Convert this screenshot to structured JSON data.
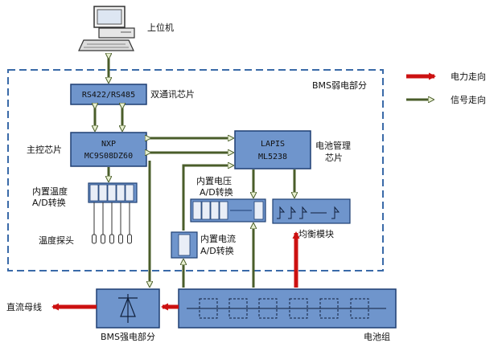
{
  "labels": {
    "host": "上位机",
    "bms_weak": "BMS弱电部分",
    "dual_comm": "双通讯芯片",
    "main_ctrl": "主控芯片",
    "battery_mgmt_line1": "电池管理",
    "battery_mgmt_line2": "芯片",
    "temp_ad_line1": "内置温度",
    "temp_ad_line2": "A/D转换",
    "voltage_ad_line1": "内置电压",
    "voltage_ad_line2": "A/D转换",
    "current_ad_line1": "内置电流",
    "current_ad_line2": "A/D转换",
    "temp_probe": "温度探头",
    "balance": "均衡模块",
    "dc_bus": "直流母线",
    "bms_strong": "BMS强电部分",
    "battery_pack": "电池组"
  },
  "chips": {
    "rs_line": "RS422/RS485",
    "nxp_line1": "NXP",
    "nxp_line2": "MC9S08DZ60",
    "lapis_line1": "LAPIS",
    "lapis_line2": "ML5238"
  },
  "legend": {
    "power": "电力走向",
    "signal": "信号走向"
  },
  "colors": {
    "box_fill": "#6f95cc",
    "box_stroke": "#1f3f73",
    "power_arrow": "#cc1111",
    "signal_fill": "#e8f0d0",
    "signal_stroke": "#4a5d2a",
    "dashed_border": "#3a6aa8"
  }
}
